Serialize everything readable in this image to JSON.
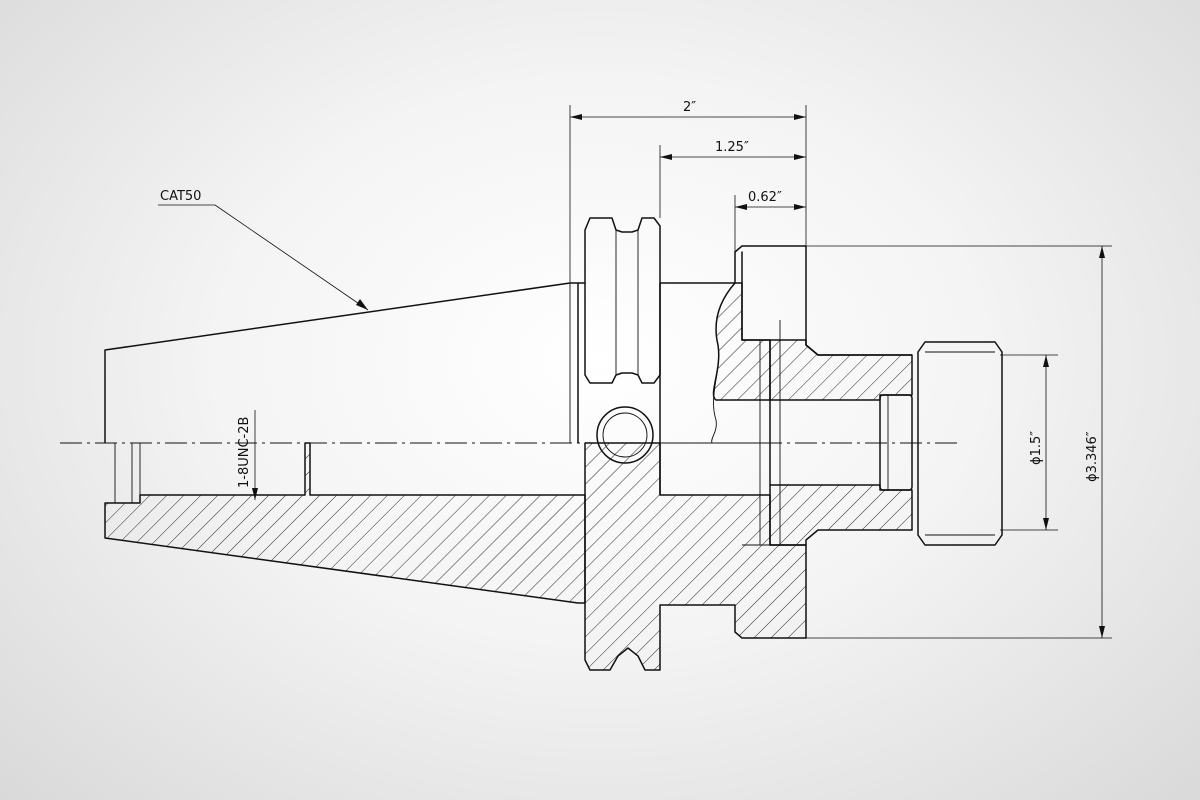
{
  "drawing": {
    "labels": {
      "taper": "CAT50",
      "thread": "1-8UNC-2B",
      "len_total": "2″",
      "len_mid": "1.25″",
      "len_short": "0.62″",
      "dia_pilot": "ϕ1.5″",
      "dia_flange": "ϕ3.346″"
    }
  }
}
